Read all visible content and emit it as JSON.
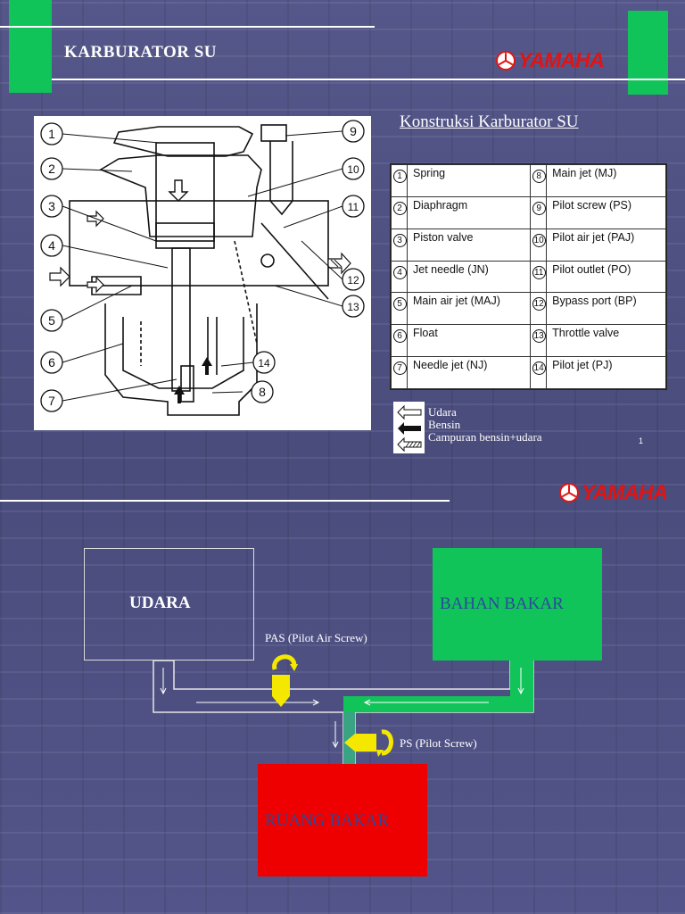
{
  "slide1": {
    "title": "KARBURATOR SU",
    "brand": "YAMAHA",
    "subtitle": "Konstruksi Karburator SU",
    "page_number": "1",
    "callouts": [
      "1",
      "2",
      "3",
      "4",
      "5",
      "6",
      "7",
      "8",
      "9",
      "10",
      "11",
      "12",
      "13",
      "14"
    ],
    "parts_table": [
      {
        "left_num": "1",
        "left_label": "Spring",
        "right_num": "8",
        "right_label": "Main jet (MJ)"
      },
      {
        "left_num": "2",
        "left_label": "Diaphragm",
        "right_num": "9",
        "right_label": "Pilot screw (PS)"
      },
      {
        "left_num": "3",
        "left_label": "Piston valve",
        "right_num": "10",
        "right_label": "Pilot air jet (PAJ)"
      },
      {
        "left_num": "4",
        "left_label": "Jet needle (JN)",
        "right_num": "11",
        "right_label": "Pilot outlet (PO)"
      },
      {
        "left_num": "5",
        "left_label": "Main air jet (MAJ)",
        "right_num": "12",
        "right_label": "Bypass port (BP)"
      },
      {
        "left_num": "6",
        "left_label": "Float",
        "right_num": "13",
        "right_label": "Throttle valve"
      },
      {
        "left_num": "7",
        "left_label": "Needle jet (NJ)",
        "right_num": "14",
        "right_label": "Pilot jet (PJ)"
      }
    ],
    "flow_legend": {
      "air": "Udara",
      "fuel": "Bensin",
      "mix": "Campuran bensin+udara"
    }
  },
  "slide2": {
    "brand": "YAMAHA",
    "udara_label": "UDARA",
    "bahan_bakar_label": "BAHAN BAKAR",
    "ruang_bakar_label": "RUANG BAKAR",
    "pas_label": "PAS (Pilot Air Screw)",
    "ps_label": "PS (Pilot  Screw)"
  },
  "colors": {
    "accent_green": "#11c45a",
    "brand_red": "#e01414",
    "fuel_box": "#11c45a",
    "combustion_box": "#ee0000",
    "valve_yellow": "#f5e800"
  }
}
